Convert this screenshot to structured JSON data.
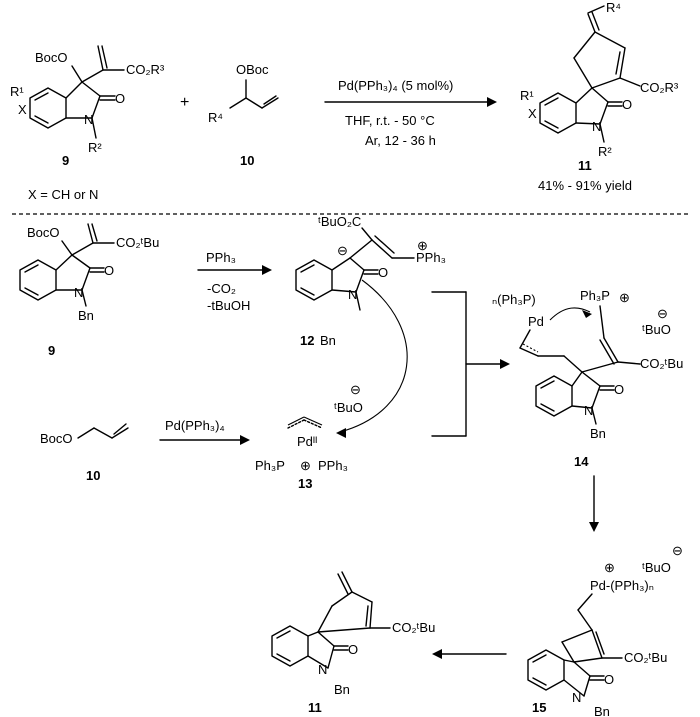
{
  "reaction_general": {
    "reagent": "Pd(PPh₃)₄ (5 mol%)",
    "solvent": "THF, r.t. - 50 °C",
    "atmosphere": "Ar, 12 - 36 h",
    "yield": "41% - 91% yield",
    "x_def": "X = CH or N"
  },
  "compounds": {
    "c9": "9",
    "c10": "10",
    "c11": "11",
    "c12": "12",
    "c13": "13",
    "c14": "14",
    "c15": "15"
  },
  "labels": {
    "boco": "BocO",
    "obco_top": "OBoc",
    "co2r3": "CO₂R³",
    "o": "O",
    "n": "N",
    "x": "X",
    "r1": "R¹",
    "r2": "R²",
    "r4": "R⁴",
    "co2tbu": "CO₂ᵗBu",
    "tbuo2c": "ᵗBuO₂C",
    "bn": "Bn",
    "pph3": "PPh₃",
    "ph3p": "Ph₃P",
    "pd": "Pd",
    "pd2": "Pdᴵᴵ",
    "tbuo": "ᵗBuO",
    "plus": "⊕",
    "minus": "⊖",
    "n_ph3p_pd": "ₙ(Ph₃P)",
    "pd_pph3_n": "Pd-(PPh₃)ₙ",
    "plus_sign": "+"
  },
  "step1": {
    "reagent": "PPh₃",
    "loss1": "-CO₂",
    "loss2": "-tBuOH"
  },
  "step2": {
    "reagent": "Pd(PPh₃)₄"
  },
  "boco_allyl": "BocO"
}
